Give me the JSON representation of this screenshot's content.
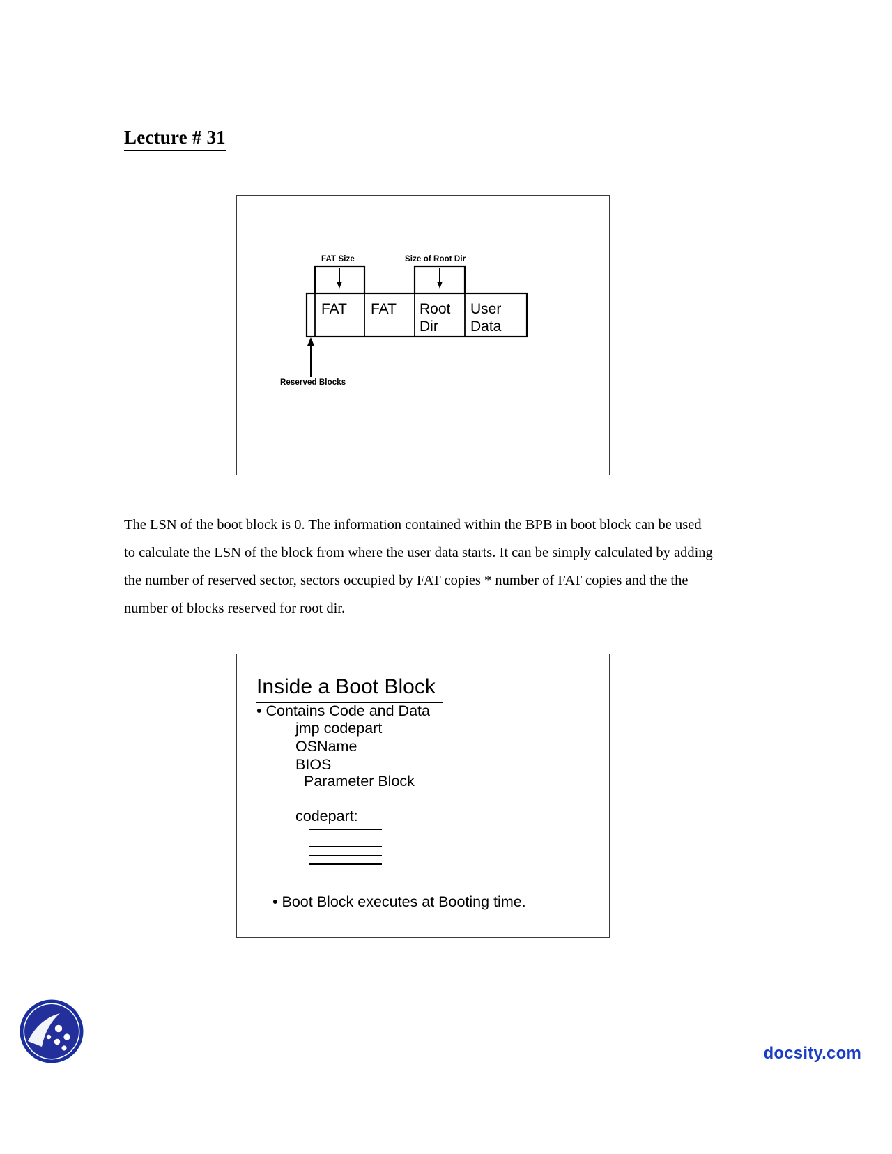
{
  "document": {
    "title": "Lecture # 31"
  },
  "figure_fat_layout": {
    "name": "FAT volume layout diagram",
    "labels": {
      "fat_size": "FAT Size",
      "size_of_root_dir": "Size of Root Dir",
      "reserved_blocks": "Reserved Blocks"
    },
    "blocks": [
      {
        "label": "FAT"
      },
      {
        "label": "FAT"
      },
      {
        "label": "Root\nDir"
      },
      {
        "label": "User\nData"
      }
    ]
  },
  "paragraph": {
    "text": "The LSN of the boot block is 0. The information contained within the BPB in boot block can be used to calculate the LSN of the block from where the user data starts. It can be simply calculated by adding the number of reserved sector, sectors occupied by FAT copies * number of FAT copies and the the number of blocks reserved for root dir."
  },
  "figure_boot_block": {
    "title": "Inside a Boot Block",
    "bullet_one": "• Contains Code and Data",
    "code_lines": [
      "jmp codepart",
      "OSName",
      "BIOS",
      "Parameter Block"
    ],
    "codepart_label": "codepart:",
    "code_rule_count": 5,
    "bullet_two": "• Boot Block executes at Booting time."
  },
  "footer": {
    "wordmark": "docsity.com",
    "brand_color": "#1a3fc4"
  }
}
